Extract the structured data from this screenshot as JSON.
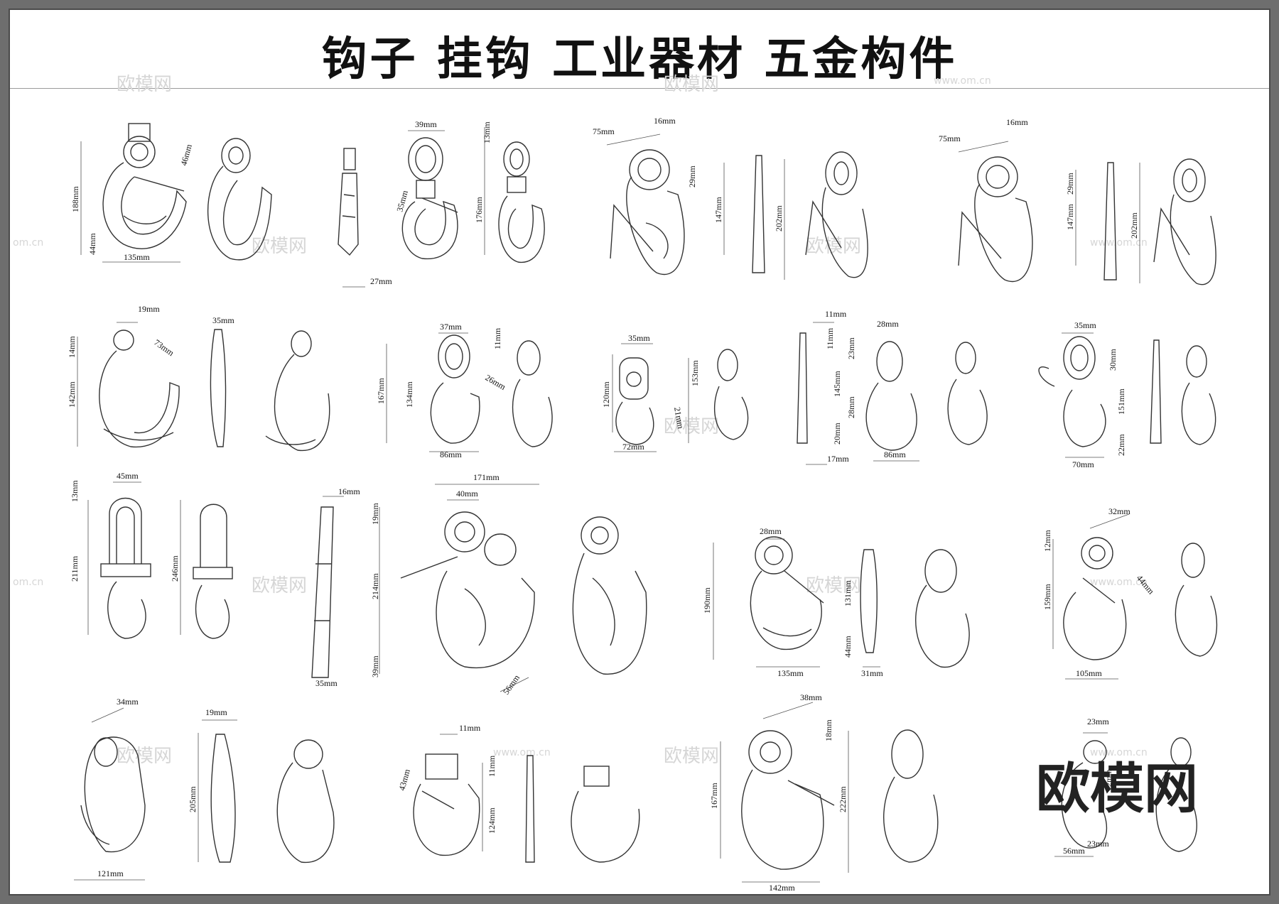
{
  "title": "钩子  挂钩  工业器材  五金构件",
  "watermarks": {
    "brand_cn": "欧模网",
    "brand_url": "www.om.cn",
    "brand_partial": "om.cn",
    "large_logo": "欧模网"
  },
  "dimensions": {
    "r1a": [
      "188mm",
      "46mm",
      "44mm",
      "135mm"
    ],
    "r1b": [
      "39mm",
      "13mm",
      "35mm",
      "176mm",
      "27mm"
    ],
    "r1c": [
      "75mm",
      "16mm",
      "29mm",
      "147mm",
      "202mm"
    ],
    "r1d": [
      "75mm",
      "16mm",
      "29mm",
      "147mm",
      "202mm"
    ],
    "r2a": [
      "19mm",
      "35mm",
      "14mm",
      "73mm",
      "142mm"
    ],
    "r2b": [
      "37mm",
      "11mm",
      "167mm",
      "134mm",
      "26mm",
      "86mm"
    ],
    "r2c": [
      "35mm",
      "120mm",
      "153mm",
      "21mm",
      "72mm"
    ],
    "r2d": [
      "11mm",
      "28mm",
      "11mm",
      "23mm",
      "145mm",
      "28mm",
      "20mm",
      "17mm",
      "86mm"
    ],
    "r2e": [
      "35mm",
      "30mm",
      "151mm",
      "22mm",
      "70mm"
    ],
    "r3a": [
      "45mm",
      "13mm",
      "211mm",
      "246mm"
    ],
    "r3b": [
      "16mm",
      "19mm",
      "214mm",
      "39mm",
      "35mm"
    ],
    "r3c": [
      "171mm",
      "40mm",
      "56mm"
    ],
    "r3d": [
      "28mm",
      "190mm",
      "131mm",
      "44mm",
      "135mm",
      "31mm"
    ],
    "r3e": [
      "32mm",
      "12mm",
      "159mm",
      "44mm",
      "105mm"
    ],
    "r4a": [
      "34mm",
      "19mm",
      "205mm",
      "121mm"
    ],
    "r4b": [
      "11mm",
      "43mm",
      "11mm",
      "124mm"
    ],
    "r4c": [
      "38mm",
      "18mm",
      "167mm",
      "222mm",
      "142mm"
    ],
    "r4d": [
      "23mm",
      "12mm",
      "56mm",
      "23mm"
    ]
  }
}
